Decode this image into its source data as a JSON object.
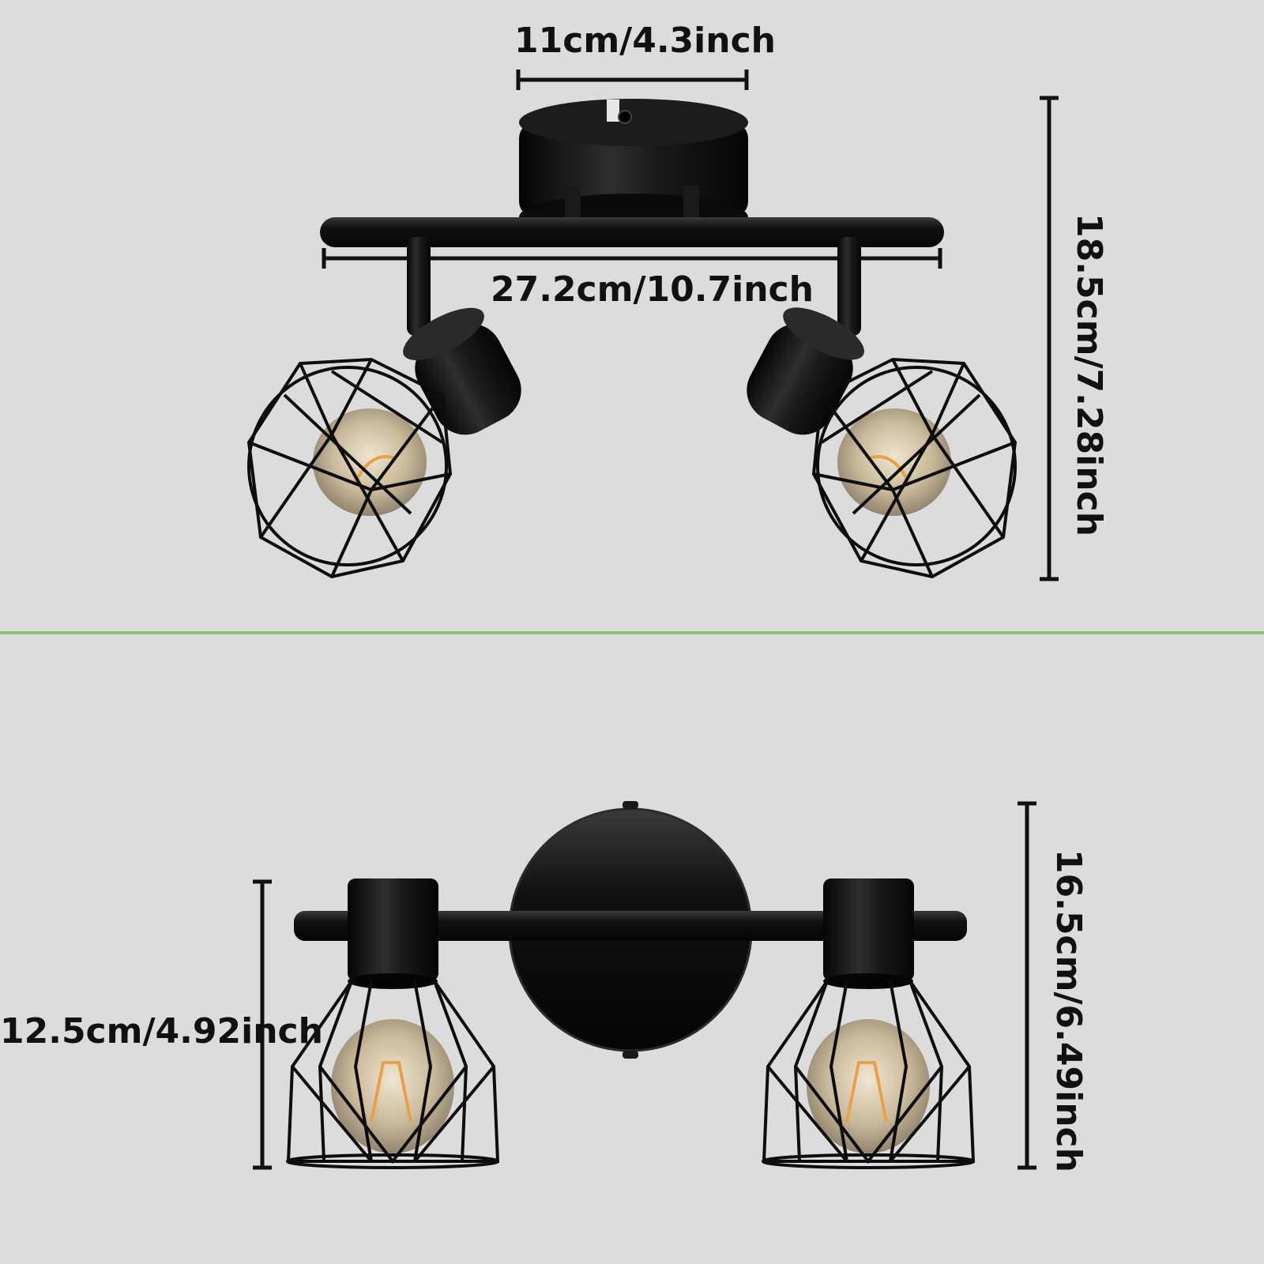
{
  "colors": {
    "background": "#dcdcdc",
    "divider": "#8fbf6f",
    "fixture": "#0d0d0d",
    "bulb": "#c8b79a"
  },
  "top_view": {
    "dim_top_width": "11cm/4.3inch",
    "dim_bar_length": "27.2cm/10.7inch",
    "dim_height": "18.5cm/7.28inch"
  },
  "front_view": {
    "dim_shade_height": "12.5cm/4.92inch",
    "dim_total_height": "16.5cm/6.49inch"
  }
}
